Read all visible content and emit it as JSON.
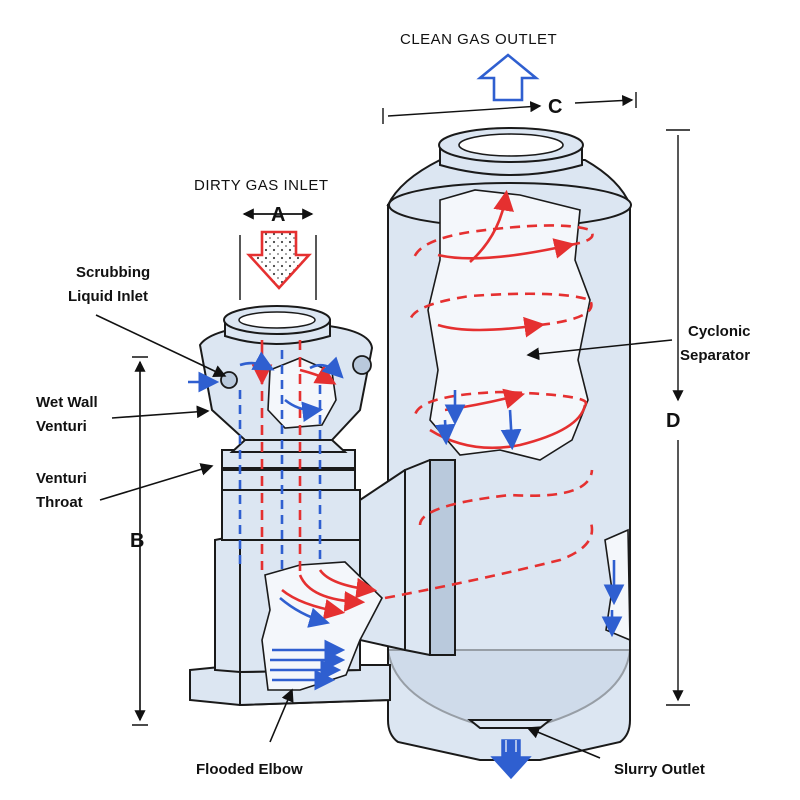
{
  "labels": {
    "clean_gas_outlet": "CLEAN GAS OUTLET",
    "dirty_gas_inlet": "DIRTY GAS INLET",
    "scrubbing_liquid_inlet_1": "Scrubbing",
    "scrubbing_liquid_inlet_2": "Liquid Inlet",
    "wet_wall_venturi_1": "Wet Wall",
    "wet_wall_venturi_2": "Venturi",
    "venturi_throat_1": "Venturi",
    "venturi_throat_2": "Throat",
    "cyclonic_separator_1": "Cyclonic",
    "cyclonic_separator_2": "Separator",
    "flooded_elbow": "Flooded Elbow",
    "slurry_outlet": "Slurry Outlet"
  },
  "dimensions": {
    "a": "A",
    "b": "B",
    "c": "C",
    "d": "D"
  },
  "colors": {
    "gas_flow": "#e53030",
    "liquid_flow": "#2f5fd0",
    "vessel": "#dce6f2"
  }
}
